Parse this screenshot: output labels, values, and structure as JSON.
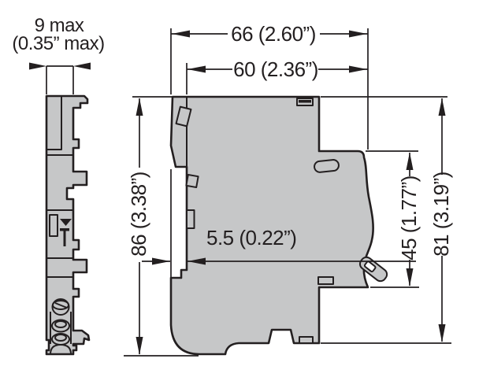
{
  "dimensions": {
    "side_width": {
      "line1": "9 max",
      "line2": "(0.35” max)"
    },
    "overall_width": "66 (2.60”)",
    "upper_width": "60 (2.36”)",
    "overall_height": "86 (3.38”)",
    "din_offset": "5.5 (0.22”)",
    "clip_height": "45 (1.77”)",
    "body_height": "81 (3.19”)"
  },
  "colors": {
    "body_fill": "#c6c7c8",
    "line": "#231f20",
    "background": "#ffffff"
  }
}
